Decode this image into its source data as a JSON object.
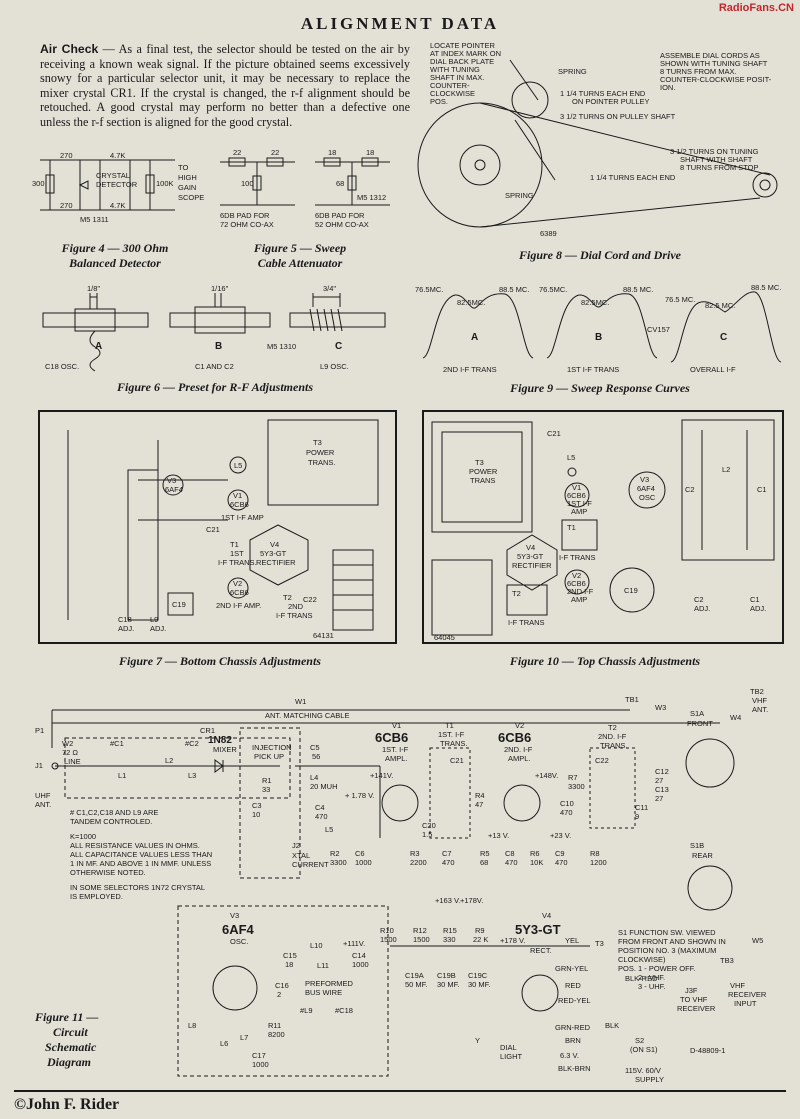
{
  "header": {
    "title": "ALIGNMENT DATA",
    "watermark": "RadioFans.CN"
  },
  "air_check": {
    "lead": "Air Check",
    "body": "— As a final test, the selector should be tested on the air by receiving a known weak signal. If the picture obtained seems excessively snowy for a particular selector unit, it may be necessary to replace the mixer crystal CR1. If the crystal is changed, the r-f alignment should be retouched. A good crystal may perform no better than a defective one unless the r-f section is aligned for the good crystal."
  },
  "figures": {
    "fig4": {
      "line1": "Figure 4 — 300 Ohm",
      "line2": "Balanced Detector",
      "labels": {
        "r270a": "270",
        "r270b": "270",
        "r300": "300",
        "r47a": "4.7K",
        "r47b": "4.7K",
        "crystal": "CRYSTAL",
        "detector": "DETECTOR",
        "r100k": "100K",
        "to": "TO",
        "high": "HIGH",
        "gain": "GAIN",
        "scope": "SCOPE",
        "code": "M5 1311"
      }
    },
    "fig5": {
      "line1": "Figure 5 — Sweep",
      "line2": "Cable Attenuator",
      "left": {
        "r1": "22",
        "r2": "22",
        "r3": "100",
        "cap1": "6DB PAD FOR",
        "cap2": "72 OHM CO-AX"
      },
      "right": {
        "r1": "18",
        "r2": "18",
        "r3": "68",
        "cap1": "6DB PAD FOR",
        "cap2": "52 OHM CO-AX"
      },
      "code": "M5 1312"
    },
    "fig6": {
      "caption": "Figure 6 — Preset for R-F Adjustments",
      "dims": {
        "a": "1/8\"",
        "b": "1/16\"",
        "c": "3/4\""
      },
      "letters": [
        "A",
        "B",
        "C"
      ],
      "names": [
        "C18 OSC.",
        "C1 AND C2",
        "L9 OSC."
      ],
      "code": "M5 1310"
    },
    "fig7": {
      "caption": "Figure 7 — Bottom Chassis Adjustments",
      "labels": {
        "t3": "T3",
        "power": "POWER",
        "trans": "TRANS.",
        "l5": "L5",
        "v1": "V1",
        "v1t": "6CB6",
        "v1d": "1ST I-F AMP",
        "c21": "C21",
        "t1": "T1",
        "t1d1": "1ST",
        "t1d2": "I-F TRANS.",
        "v4": "V4",
        "v4t": "5Y3-GT",
        "v4d": "RECTIFIER",
        "v2": "V2",
        "v2t": "6CB6",
        "v2d": "2ND I-F AMP.",
        "t2": "T2",
        "t2d1": "2ND",
        "t2d2": "I-F TRANS",
        "c22": "C22",
        "v3": "V3",
        "v3t": "6AF4",
        "c19": "C19",
        "c18": "C18",
        "adj1": "ADJ.",
        "l9": "L9",
        "adj2": "ADJ.",
        "code": "64131"
      }
    },
    "fig8": {
      "caption": "Figure 8 — Dial Cord and Drive",
      "labels": {
        "n1": "LOCATE POINTER",
        "n2": "AT INDEX MARK ON",
        "n3": "DIAL BACK PLATE",
        "n4": "WITH TUNING",
        "n5": "SHAFT IN MAX.",
        "n6": "COUNTER-",
        "n7": "CLOCKWISE",
        "n8": "POS.",
        "a1": "ASSEMBLE DIAL CORDS AS",
        "a2": "SHOWN WITH TUNING SHAFT",
        "a3": "8 TURNS FROM MAX.",
        "a4": "COUNTER-CLOCKWISE POSIT-",
        "a5": "ION.",
        "spring1": "SPRING",
        "t1": "1 1/4  TURNS EACH END",
        "t1b": "ON POINTER PULLEY",
        "t2": "3 1/2  TURNS ON PULLEY SHAFT",
        "s1": "3 1/2 TURNS ON TUNING",
        "s2": "SHAFT WITH SHAFT",
        "s3": "8 TURNS FROM STOP",
        "t3": "1 1/4  TURNS EACH END",
        "spring2": "SPRING",
        "code": "6389"
      }
    },
    "fig9": {
      "caption": "Figure 9 — Sweep Response Curves",
      "curves": [
        {
          "letter": "A",
          "left": "76.5MC.",
          "mid": "82.5MC.",
          "right": "88.5 MC.",
          "name": "2ND I-F TRANS"
        },
        {
          "letter": "B",
          "left": "76.5MC.",
          "mid": "82.5MC.",
          "right": "88.5 MC.",
          "name": "1ST I-F TRANS"
        },
        {
          "letter": "C",
          "left": "76.5 MC.",
          "mid": "82.5 MC.",
          "right": "88.5 MC.",
          "name": "OVERALL I-F"
        }
      ],
      "code": "CV157"
    },
    "fig10": {
      "caption": "Figure 10 — Top Chassis Adjustments",
      "labels": {
        "t3": "T3",
        "power": "POWER",
        "trans": "TRANS",
        "c21": "C21",
        "l5": "L5",
        "v1": "V1",
        "v1t": "6CB6",
        "v1d1": "1ST I-F",
        "v1d2": "AMP",
        "v3": "V3",
        "v3t": "6AF4",
        "v3d": "OSC",
        "t1": "T1",
        "t1d": "I-F TRANS",
        "v4": "V4",
        "v4t": "5Y3-GT",
        "v4d": "RECTIFIER",
        "v2": "V2",
        "v2t": "6CB6",
        "v2d1": "2ND I-F",
        "v2d2": "AMP",
        "t2": "T2",
        "t2d": "I-F TRANS",
        "c19": "C19",
        "c2": "C2",
        "c1": "C1",
        "l2": "L2",
        "c2adj": "C2",
        "c1adj": "C1",
        "adj": "ADJ.",
        "code": "64045"
      }
    },
    "fig11": {
      "line1": "Figure 11 —",
      "line2": "Circuit",
      "line3": "Schematic",
      "line4": "Diagram",
      "labels": {
        "w1": "W1",
        "w1d": "ANT. MATCHING CABLE",
        "p1": "P1",
        "j1": "J1",
        "uhf": "UHF",
        "ant": "ANT.",
        "w2": "W2",
        "w2d1": "72 Ω",
        "w2d2": "LINE",
        "c1": "#C1",
        "l1": "L1",
        "l2": "L2",
        "c2": "#C2",
        "l3": "L3",
        "cr1": "CR1",
        "cr1t": "1N82",
        "mixer": "MIXER",
        "inj1": "INJECTION",
        "inj2": "PICK UP",
        "c5": "C5",
        "c5v": "56",
        "l4": "L4",
        "l4v": "20 MUH",
        "r1": "R1",
        "r1v": "33",
        "c3": "C3",
        "c3v": "10",
        "c4": "C4",
        "c4v": "470",
        "l5": "L5",
        "xtal1": "XTAL",
        "xtal2": "CURRENT",
        "j2": "J2",
        "r2": "R2",
        "r2v": "3300",
        "c6": "C6",
        "c6v": "1000",
        "plus1": "+ 1.78 V.",
        "v1": "V1",
        "v1t": "6CB6",
        "v1d1": "1ST. I-F",
        "v1d2": "AMPL.",
        "v141": "+141V.",
        "c20": "C20",
        "c20v": "1.5",
        "t1": "T1",
        "t1d1": "1ST. I-F",
        "t1d2": "TRANS.",
        "c21": "C21",
        "r4": "R4",
        "r4v": "47",
        "r3": "R3",
        "r3v": "2200",
        "c7": "C7",
        "c7v": "470",
        "v2": "V2",
        "v2t": "6CB6",
        "v2d1": "2ND. I-F",
        "v2d2": "AMPL.",
        "v148": "+148V.",
        "r5": "R5",
        "r5v": "68",
        "c8": "C8",
        "c8v": "470",
        "r6": "R6",
        "r6v": "10K",
        "c9": "C9",
        "c9v": "470",
        "t2": "T2",
        "t2d1": "2ND. I-F",
        "t2d2": "TRANS.",
        "c22": "C22",
        "r7": "R7",
        "r7v": "3300",
        "c10": "C10",
        "c10v": "470",
        "r8": "R8",
        "r8v": "1200",
        "c11": "C11",
        "c11v": "9",
        "c12": "C12",
        "c12v": "27",
        "c13": "C13",
        "c13v": "27",
        "tb1": "TB1",
        "w3": "W3",
        "w4": "W4",
        "tb2": "TB2",
        "vhf": "VHF",
        "vhfant": "ANT.",
        "s1a": "S1A",
        "front": "FRONT",
        "s1b": "S1B",
        "rear": "REAR",
        "w5": "W5",
        "tb3": "TB3",
        "vhfrx1": "VHF",
        "vhfrx2": "RECEIVER",
        "vhfrx3": "INPUT",
        "v3": "V3",
        "v3t": "6AF4",
        "v3d": "OSC.",
        "c15": "C15",
        "c15v": "18",
        "l10": "L10",
        "l11": "L11",
        "pref1": "PREFORMED",
        "pref2": "BUS WIRE",
        "c14": "C14",
        "c14v": "1000",
        "v111": "+111V.",
        "l9": "#L9",
        "c18": "#C18",
        "c16": "C16",
        "c16v": "2",
        "l8": "L8",
        "l6": "L6",
        "l7": "L7",
        "r11": "R11",
        "r11v": "8200",
        "c17": "C17",
        "c17v": "1000",
        "r10": "R10",
        "r10v": "1500",
        "r12": "R12",
        "r12v": "1500",
        "r15": "R15",
        "r15v": "330",
        "r9": "R9",
        "r9v": "22 K",
        "c19a": "C19A",
        "c19av": "50 MF.",
        "c19b": "C19B",
        "c19bv": "30 MF.",
        "c19c": "C19C",
        "c19cv": "30 MF.",
        "v4": "V4",
        "v4t": "5Y3-GT",
        "v4d": "RECT.",
        "v178": "+178 V.",
        "t3": "T3",
        "yel": "YEL",
        "grnyel": "GRN-YEL",
        "red": "RED",
        "redyel": "RED-YEL",
        "grnred": "GRN-RED",
        "brn": "BRN",
        "blkbrn": "BLK-BRN",
        "blkred": "BLK-RED",
        "blk": "BLK",
        "v63": "6.3 V.",
        "dial1": "DIAL",
        "dial2": "LIGHT",
        "y": "Y",
        "s2": "S2",
        "s2d": "(ON S1)",
        "j3": "J3F",
        "j3d1": "TO VHF",
        "j3d2": "RECEIVER",
        "supply1": "115V. 60/V",
        "supply2": "SUPPLY",
        "docno": "D-48809-1",
        "v163": "+163 V.",
        "v178b": "+178V.",
        "v13": "+13 V.",
        "v23": "+23 V."
      },
      "notes": [
        "# C1,C2,C18 AND L9 ARE",
        "TANDEM CONTROLED.",
        "",
        "K=1000",
        "ALL RESISTANCE VALUES IN OHMS.",
        "ALL CAPACITANCE VALUES LESS THAN",
        "1 IN MF. AND ABOVE 1 IN MMF. UNLESS",
        "OTHERWISE NOTED.",
        "",
        "IN SOME SELECTORS 1N72 CRYSTAL",
        "IS EMPLOYED."
      ],
      "switch_notes": [
        "S1 FUNCTION SW. VIEWED",
        "FROM FRONT AND SHOWN IN",
        "POSITION NO. 3 (MAXIMUM",
        "CLOCKWISE)",
        "POS. 1 - POWER OFF.",
        "2 - VHF.",
        "3 - UHF."
      ]
    }
  },
  "footer": {
    "copyright": "©John F. Rider"
  },
  "colors": {
    "paper": "#e3e0d6",
    "ink": "#1a1a1a",
    "watermark": "#c3272b"
  }
}
